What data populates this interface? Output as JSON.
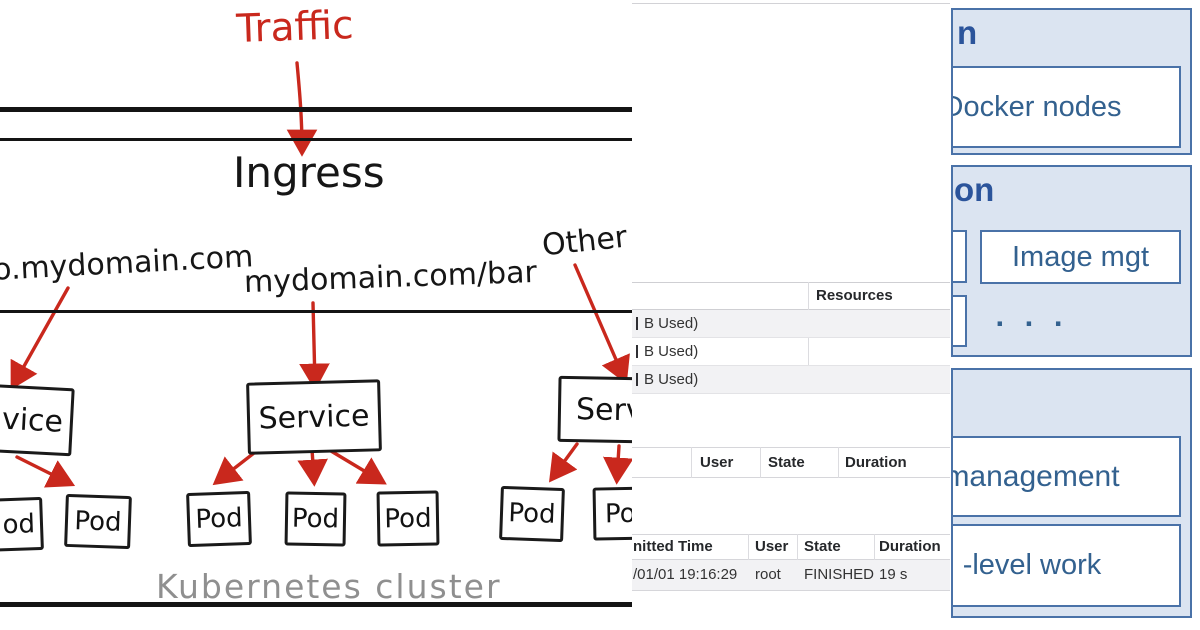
{
  "left_diagram": {
    "traffic_label": "Traffic",
    "ingress_label": "Ingress",
    "routes": [
      "o.mydomain.com",
      "mydomain.com/bar",
      "Other"
    ],
    "services": [
      "vice",
      "Service",
      "Serv"
    ],
    "pods": [
      "od",
      "Pod",
      "Pod",
      "Pod",
      "Pod",
      "Pod",
      "Po"
    ],
    "cluster_label": "Kubernetes cluster"
  },
  "middle_panel": {
    "storage_table": {
      "resources_header": "Resources",
      "rows": [
        "B Used)",
        "B Used)",
        "B Used)"
      ]
    },
    "jobs_header": {
      "user": "User",
      "state": "State",
      "duration": "Duration"
    },
    "history_table": {
      "headers": {
        "submitted_time": "nitted Time",
        "user": "User",
        "state": "State",
        "duration": "Duration"
      },
      "row": {
        "submitted_time": "/01/01 19:16:29",
        "user": "root",
        "state": "FINISHED",
        "duration": "19 s"
      }
    }
  },
  "right_diagram": {
    "groups": [
      {
        "title": "n",
        "items": [
          "Docker nodes"
        ]
      },
      {
        "title": "on",
        "items": [
          "Image mgt",
          ". . ."
        ]
      },
      {
        "title": "",
        "items": [
          "management",
          "-level work"
        ]
      }
    ]
  },
  "colors": {
    "arrow_red": "#c9281d",
    "ink_black": "#171717",
    "cluster_gray": "#8f8f8f",
    "panel_blue_border": "#4a72a8",
    "panel_blue_fill": "#dbe4f1",
    "panel_text_blue": "#33618f",
    "panel_title_blue": "#2b549b",
    "row_stripe": "#f2f2f4",
    "table_border": "#dadade"
  }
}
